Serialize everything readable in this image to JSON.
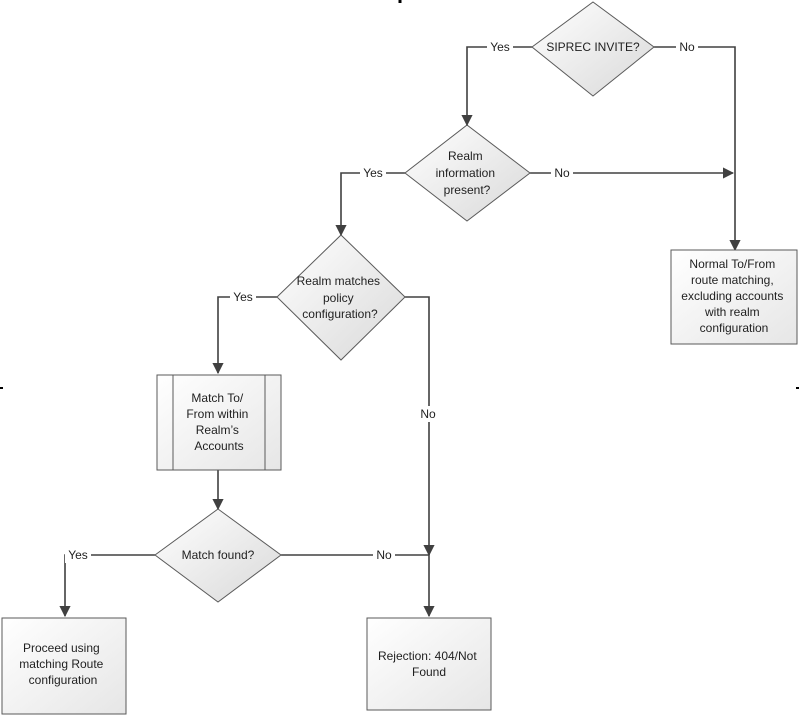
{
  "diagram": {
    "nodes": {
      "siprec": {
        "lines": [
          "SIPREC INVITE?"
        ]
      },
      "realm_present": {
        "lines": [
          "Realm",
          "information",
          "present?"
        ]
      },
      "normal_route": {
        "lines": [
          "Normal To/From",
          "route matching,",
          "excluding accounts",
          "with realm",
          "configuration"
        ]
      },
      "realm_matches": {
        "lines": [
          "Realm matches",
          "policy",
          "configuration?"
        ]
      },
      "match_within": {
        "lines": [
          "Match To/",
          "From within",
          "Realm’s",
          "Accounts"
        ]
      },
      "match_found": {
        "lines": [
          "Match found?"
        ]
      },
      "proceed": {
        "lines": [
          "Proceed using",
          "matching Route",
          "configuration"
        ]
      },
      "rejection": {
        "lines": [
          "Rejection: 404/Not",
          "Found"
        ]
      }
    },
    "edge_labels": {
      "siprec_yes": "Yes",
      "siprec_no": "No",
      "realm_present_yes": "Yes",
      "realm_present_no": "No",
      "realm_matches_yes": "Yes",
      "realm_matches_no": "No",
      "match_found_yes": "Yes",
      "match_found_no": "No"
    }
  },
  "colors": {
    "shape_fill_start": "#ffffff",
    "shape_fill_end": "#dcdcdc",
    "stroke": "#5a5a5a",
    "edge": "#404040",
    "text": "#1f1f1f"
  }
}
